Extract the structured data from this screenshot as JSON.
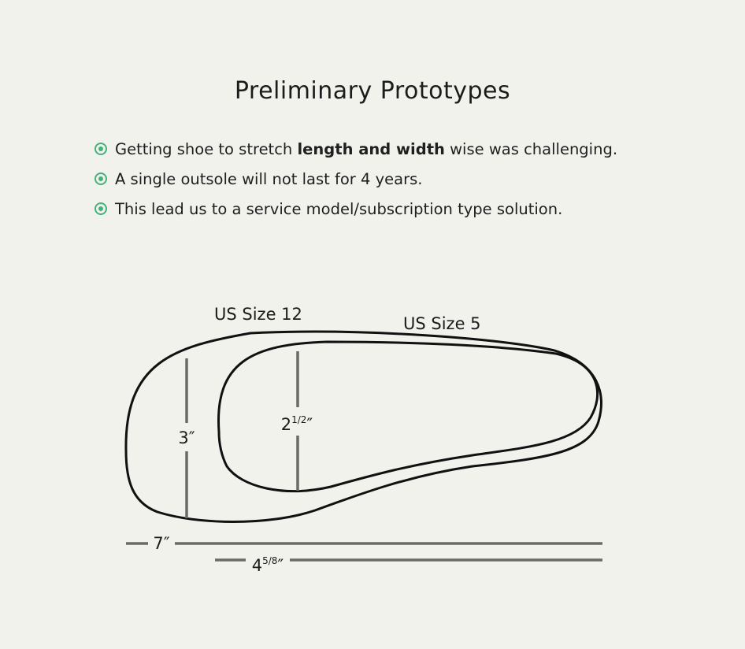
{
  "title": "Preliminary Prototypes",
  "bullets": [
    {
      "before": "Getting shoe to stretch ",
      "bold": "length and width",
      "after": " wise was challenging."
    },
    {
      "before": "A single outsole will not last for 4 years.",
      "bold": "",
      "after": ""
    },
    {
      "before": "This lead us to a service model/subscription type solution.",
      "bold": "",
      "after": ""
    }
  ],
  "diagram": {
    "label_large": "US Size 12",
    "label_small": "US Size 5",
    "width_large": {
      "main": "3",
      "unit": "″"
    },
    "width_small": {
      "main": "2",
      "sup": "1/2",
      "unit": "″"
    },
    "length_large": {
      "main": "7",
      "unit": "″"
    },
    "length_small": {
      "main": "4",
      "sup": "5/8",
      "unit": "″"
    }
  },
  "colors": {
    "bullet": "#45b17a",
    "background": "#f1f2ec",
    "outline": "#111111",
    "measure": "#6b6b66"
  }
}
